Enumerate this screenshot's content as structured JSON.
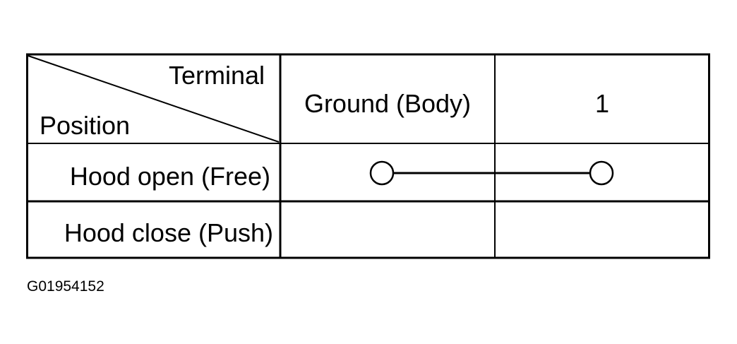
{
  "table": {
    "corner": {
      "top_label": "Terminal",
      "bottom_label": "Position"
    },
    "columns": [
      "Ground (Body)",
      "1"
    ],
    "rows": [
      {
        "label": "Hood open (Free)",
        "connected": true
      },
      {
        "label": "Hood close (Push)",
        "connected": false
      }
    ]
  },
  "figure_id": "G01954152",
  "colors": {
    "line": "#000000",
    "background": "#ffffff"
  }
}
